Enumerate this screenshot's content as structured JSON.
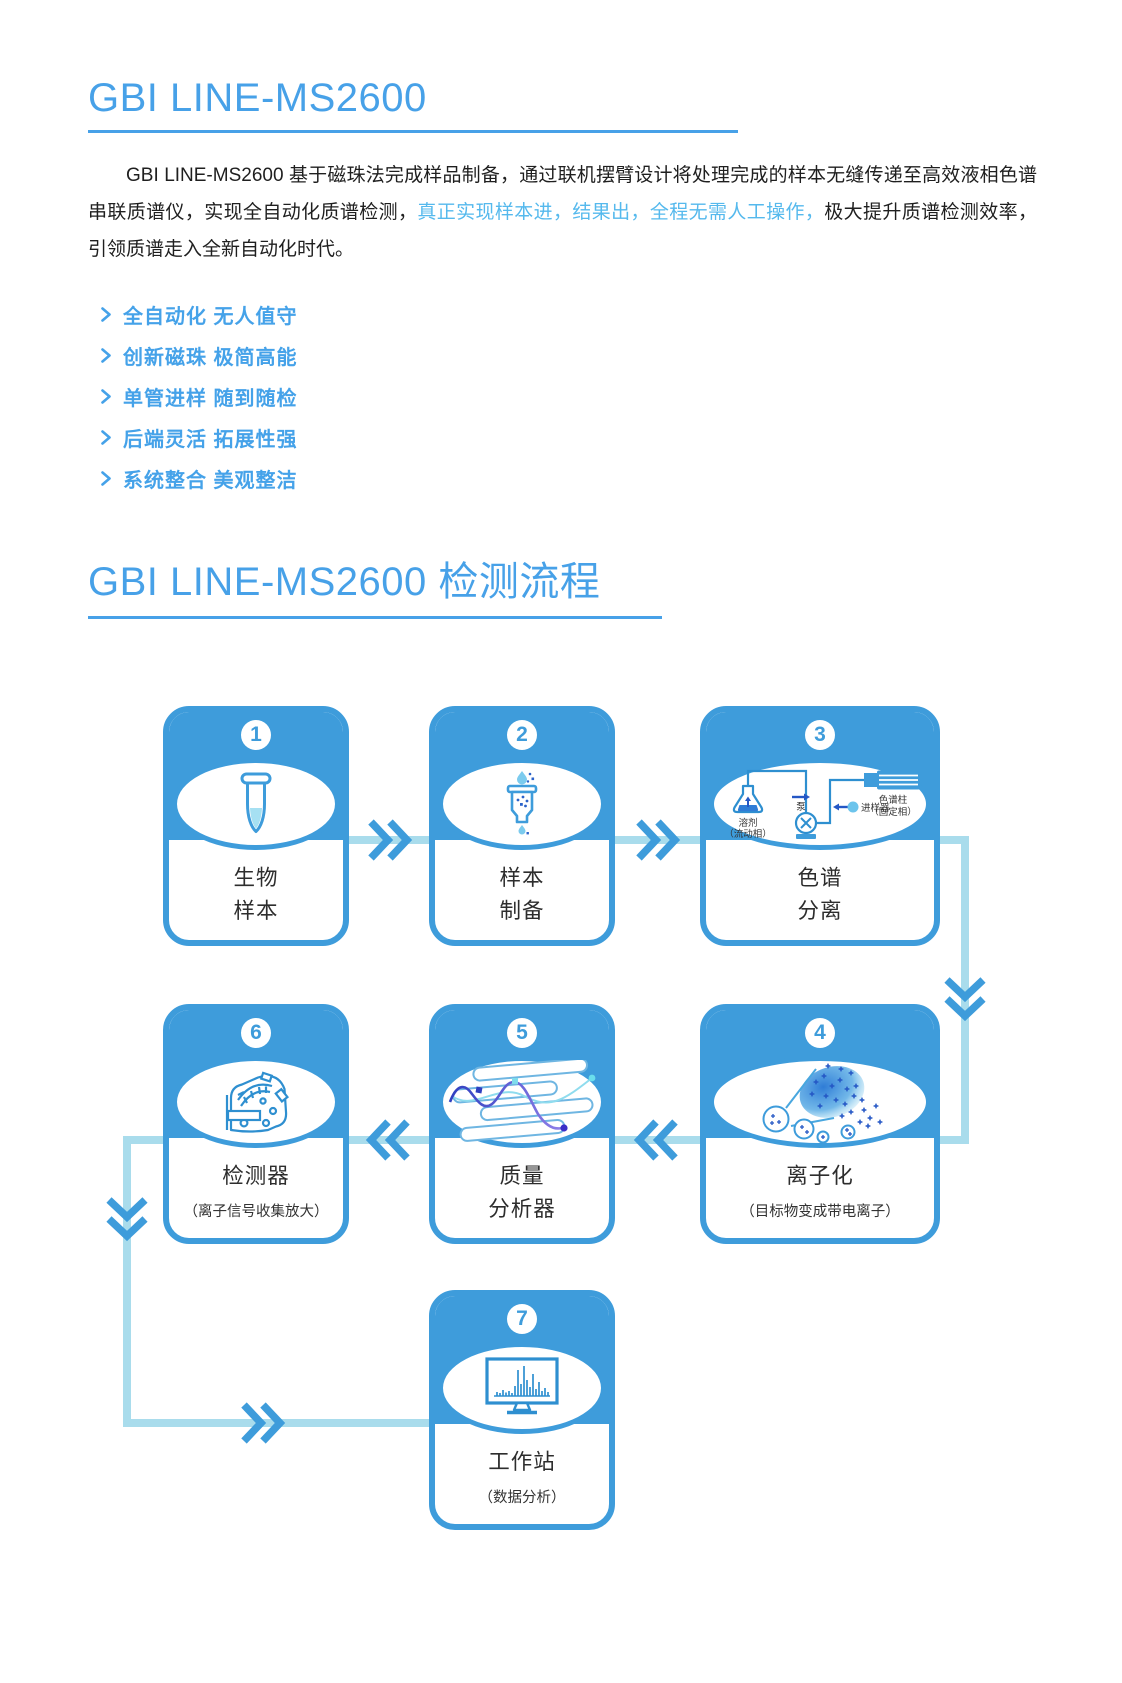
{
  "section1": {
    "title": "GBI LINE-MS2600",
    "intro_before": "GBI LINE-MS2600 基于磁珠法完成样品制备，通过联机摆臂设计将处理完成的样本无缝传递至高效液相色谱串联质谱仪，实现全自动化质谱检测，",
    "intro_highlight": "真正实现样本进，结果出，全程无需人工操作，",
    "intro_after": "极大提升质谱检测效率，引领质谱走入全新自动化时代。"
  },
  "features": [
    {
      "label": "全自动化 无人值守"
    },
    {
      "label": "创新磁珠 极简高能"
    },
    {
      "label": "单管进样 随到随检"
    },
    {
      "label": "后端灵活 拓展性强"
    },
    {
      "label": "系统整合 美观整洁"
    }
  ],
  "process": {
    "title": "GBI LINE-MS2600 检测流程",
    "steps": [
      {
        "num": "1",
        "line1": "生物",
        "line2": "样本"
      },
      {
        "num": "2",
        "line1": "样本",
        "line2": "制备"
      },
      {
        "num": "3",
        "line1": "色谱",
        "line2": "分离",
        "diagram": {
          "solvent": "溶剂",
          "solvent_sub": "（流动相）",
          "pump": "泵",
          "injector": "进样器",
          "column": "色谱柱",
          "column_sub": "（固定相）"
        }
      },
      {
        "num": "4",
        "line1": "离子化",
        "sub": "（目标物变成带电离子）"
      },
      {
        "num": "5",
        "line1": "质量",
        "line2": "分析器"
      },
      {
        "num": "6",
        "line1": "检测器",
        "sub": "（离子信号收集放大）"
      },
      {
        "num": "7",
        "line1": "工作站",
        "sub": "（数据分析）"
      }
    ]
  },
  "icons": {
    "feature_bullet": "chevron-right",
    "flow_arrow": "double-chevron"
  },
  "colors": {
    "accent": "#47A1E8",
    "card_blue": "#3E9CDB",
    "connector_light": "#A9DCEC",
    "highlight_text": "#55B9ED",
    "icon_dark": "#2B62C9"
  }
}
